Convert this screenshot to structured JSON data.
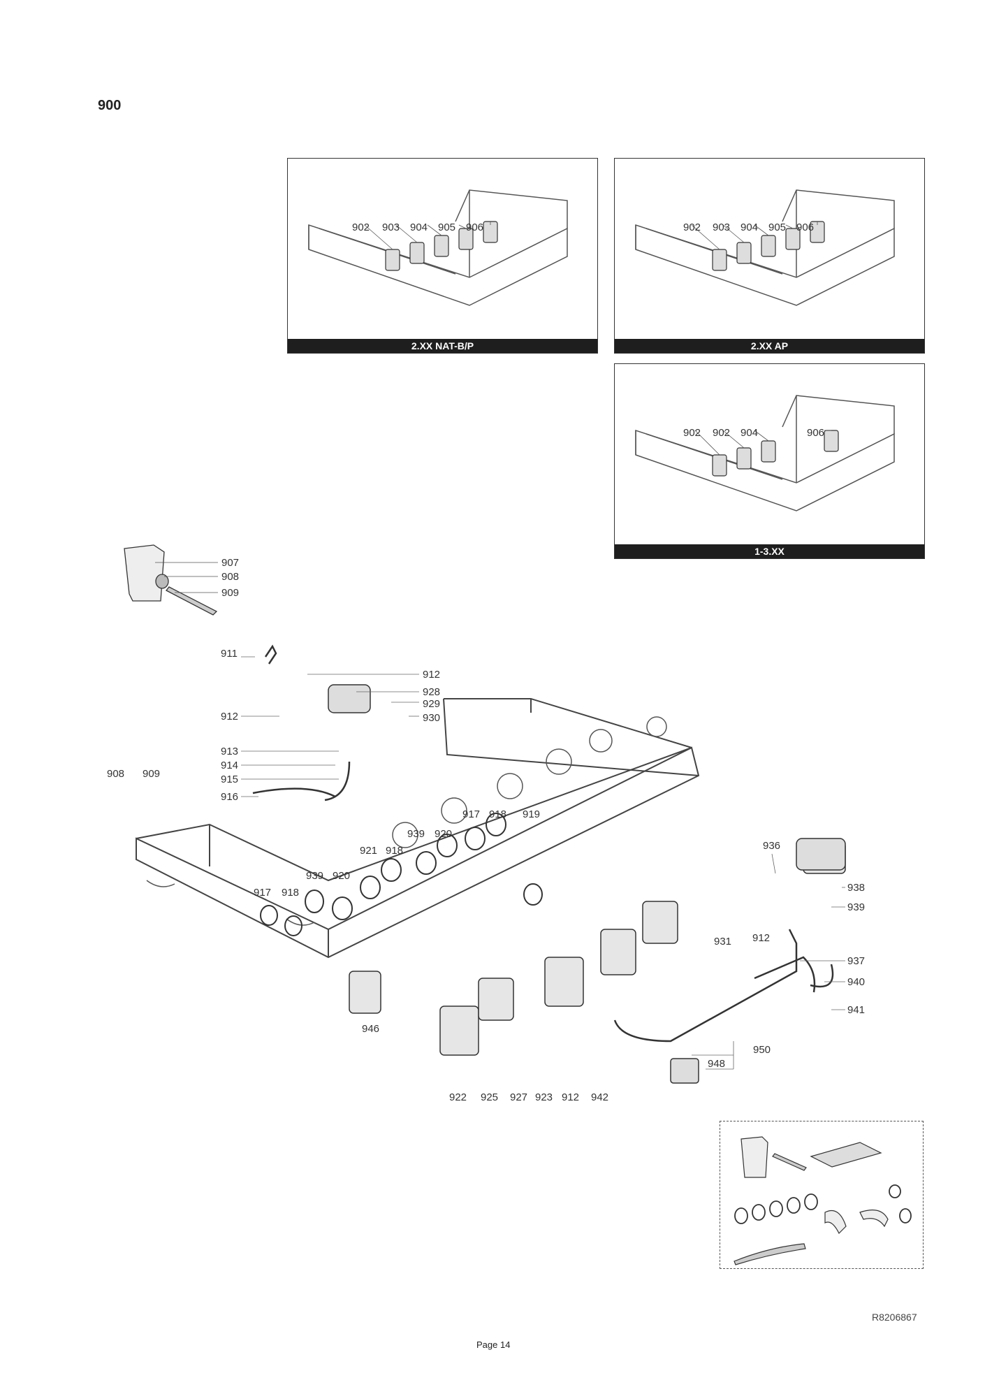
{
  "section": "900",
  "panels": [
    {
      "caption": "2.XX NAT-B/P",
      "labels": [
        "902",
        "903",
        "904",
        "905",
        "906"
      ]
    },
    {
      "caption": "2.XX AP",
      "labels": [
        "902",
        "903",
        "904",
        "905",
        "906"
      ]
    },
    {
      "caption": "1-3.XX",
      "labels": [
        "902",
        "902",
        "904",
        "906"
      ]
    }
  ],
  "bracket_labels": [
    "907",
    "908",
    "909"
  ],
  "main_labels": {
    "l911": "911",
    "l912a": "912",
    "l928": "928",
    "l912b": "912",
    "l929": "929",
    "l930": "930",
    "l913": "913",
    "l914": "914",
    "l915": "915",
    "l916": "916",
    "l908": "908",
    "l909": "909",
    "l917a": "917",
    "l918a": "918",
    "l919": "919",
    "l939a": "939",
    "l920a": "920",
    "l921": "921",
    "l918b": "918",
    "l939b": "939",
    "l920b": "920",
    "l917b": "917",
    "l918c": "918",
    "l936": "936",
    "l938": "938",
    "l939c": "939",
    "l931": "931",
    "l912c": "912",
    "l937": "937",
    "l940": "940",
    "l941": "941",
    "l946": "946",
    "l950": "950",
    "l948": "948",
    "l922": "922",
    "l925": "925",
    "l927": "927",
    "l923": "923",
    "l912d": "912",
    "l942": "942"
  },
  "drawing_ref": "R8206867",
  "page": "Page 14"
}
